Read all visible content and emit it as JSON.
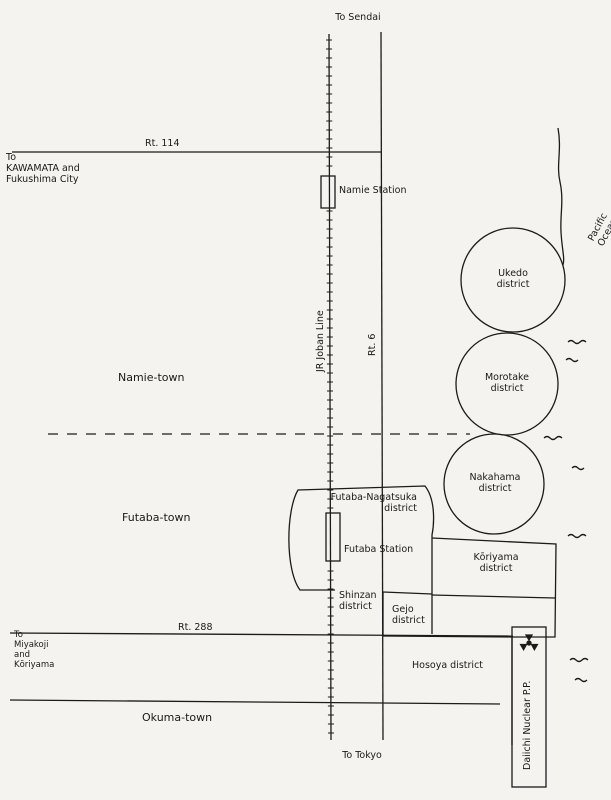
{
  "directions": {
    "north": "To Sendai",
    "south": "To Tokyo",
    "west_rt114": "To\nKAWAMATA and\nFukushima City",
    "west_rt288": "To\nMiyakoji\nand\nKōriyama"
  },
  "roads": {
    "rt114": "Rt. 114",
    "rt6": "Rt. 6",
    "rt288": "Rt. 288"
  },
  "rail": {
    "jr_joban": "JR Joban Line"
  },
  "stations": {
    "namie": "Namie Station",
    "futaba": "Futaba Station"
  },
  "towns": {
    "namie": "Namie-town",
    "futaba": "Futaba-town",
    "okuma": "Okuma-town"
  },
  "districts": {
    "ukedo": "Ukedo\ndistrict",
    "morotake": "Morotake\ndistrict",
    "nakahama": "Nakahama\ndistrict",
    "futaba_nagatsuka": "Futaba-Nagatsuka\ndistrict",
    "koriyama": "Kōriyama\ndistrict",
    "shinzan": "Shinzan\ndistrict",
    "gejo": "Gejo\ndistrict",
    "hosoya": "Hosoya district"
  },
  "plant": {
    "daiichi": "Daiichi Nuclear P.P."
  },
  "ocean": {
    "pacific": "Pacific\nOcean"
  },
  "colors": {
    "ink": "#1b1b1b",
    "paper": "#f4f3ef"
  },
  "icons": {
    "plant": "radiation-trefoil-icon",
    "waves": "wave-icon"
  }
}
